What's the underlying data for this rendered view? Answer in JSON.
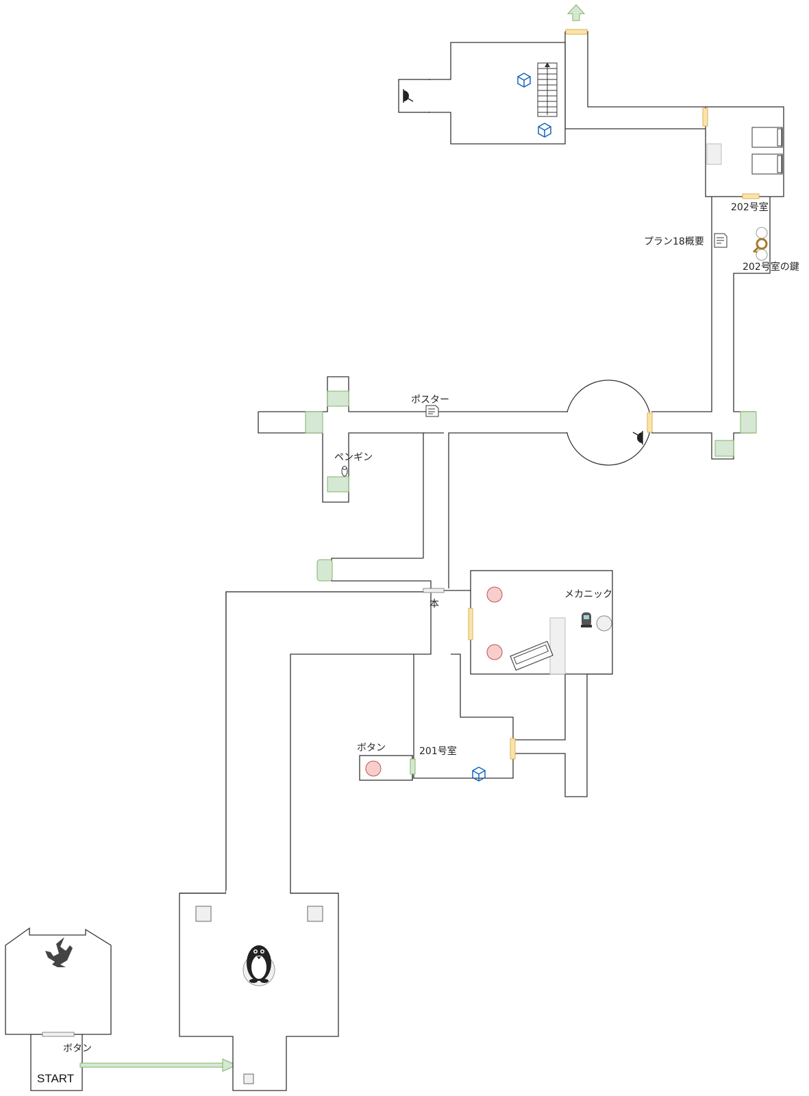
{
  "labels": {
    "start": "START",
    "start_button": "ボタン",
    "book": "本",
    "mechanic": "メカニック",
    "room201": "201号室",
    "button": "ボタン",
    "penguin": "ペンギン",
    "poster": "ポスター",
    "plan18": "プラン18概要",
    "room202": "202号室",
    "key202": "202号室の鍵"
  },
  "icons": {
    "penguin_statue": "penguin-icon",
    "small_penguin": "small-penguin-icon",
    "mechanic": "mechanic-npc-icon",
    "crate": "cube-icon",
    "camera": "camera-icon",
    "document": "document-icon",
    "key": "key-icon",
    "exit_arrow": "up-arrow-icon",
    "route_arrow": "right-arrow-icon",
    "seahorse": "seahorse-icon"
  },
  "colors": {
    "wall": "#333333",
    "door": "#fbe3a8",
    "door_border": "#d9b25a",
    "passage": "#d5e8d4",
    "passage_border": "#82b366",
    "red_button": "#f8cecc",
    "red_button_border": "#b85450",
    "crate": "#1565c0",
    "block_fill": "#f0f0f0"
  }
}
